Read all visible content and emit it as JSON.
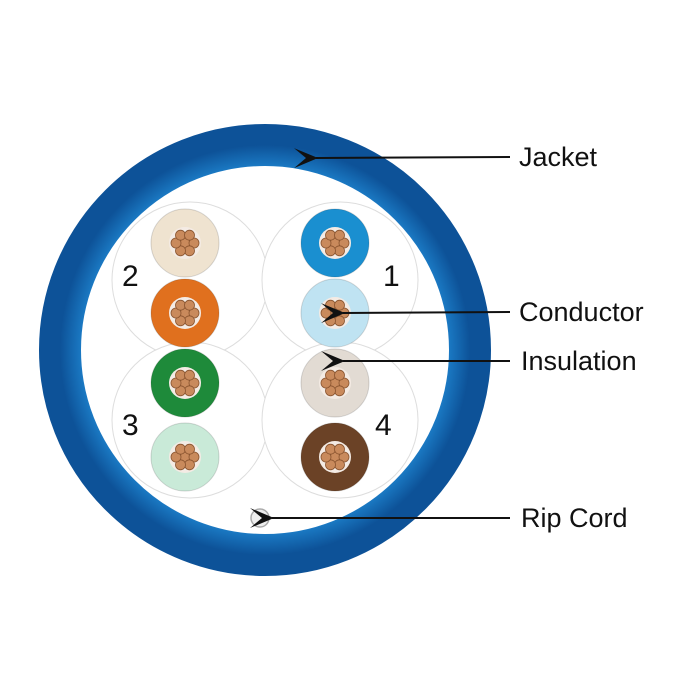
{
  "labels": {
    "jacket": "Jacket",
    "conductor": "Conductor",
    "insulation": "Insulation",
    "rip_cord": "Rip Cord"
  },
  "pairs": [
    {
      "number": "1",
      "colors": [
        "#1a8fd0",
        "#bfe3f2"
      ]
    },
    {
      "number": "2",
      "colors": [
        "#efe3d0",
        "#e0701e"
      ]
    },
    {
      "number": "3",
      "colors": [
        "#1e8a3a",
        "#c9ead8"
      ]
    },
    {
      "number": "4",
      "colors": [
        "#e2dbd3",
        "#6b4226"
      ]
    }
  ],
  "colors": {
    "jacket": "#1466b0",
    "copper": "#c98a5c"
  }
}
